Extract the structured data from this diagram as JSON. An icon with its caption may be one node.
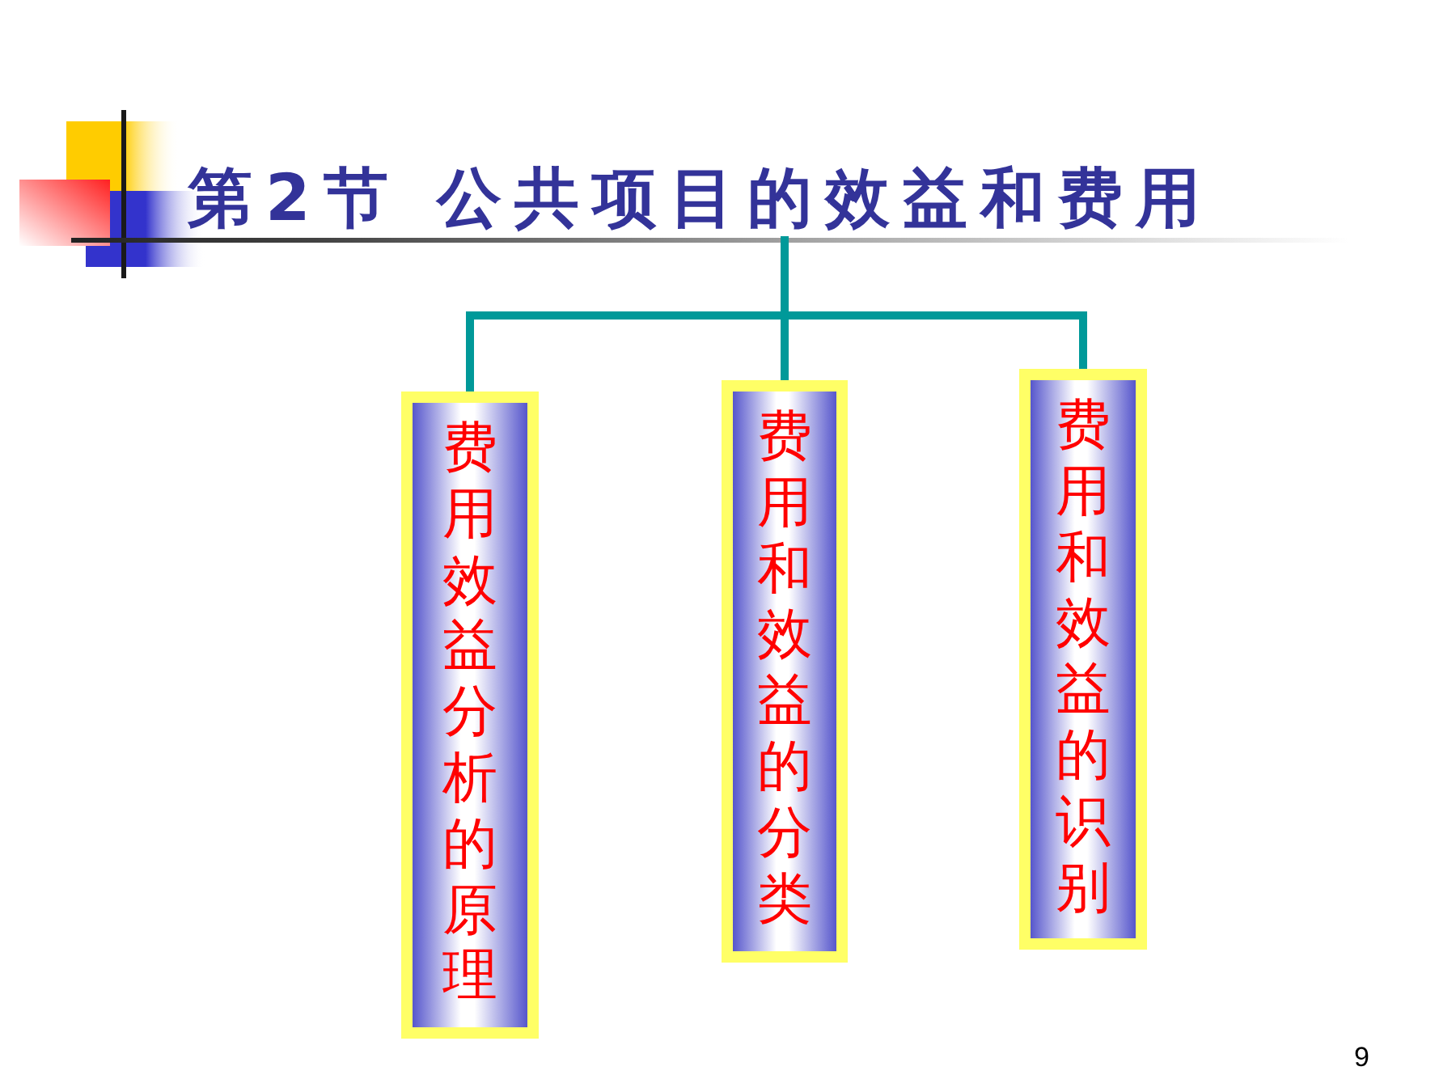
{
  "diagram": {
    "nodes": [
      {
        "text": [
          "第2节 公共项目的效益和费用"
        ]
      },
      {
        "text": [
          "费用效益分析的原理"
        ]
      },
      {
        "text": [
          "费用和效益的分类"
        ]
      },
      {
        "text": [
          "费用和效益的识别"
        ]
      }
    ],
    "edges": [
      {
        "from": 0,
        "to": 1,
        "arrow": "none"
      },
      {
        "from": 0,
        "to": 2,
        "arrow": "none"
      },
      {
        "from": 0,
        "to": 3,
        "arrow": "none"
      }
    ],
    "labels": [
      "9"
    ]
  }
}
